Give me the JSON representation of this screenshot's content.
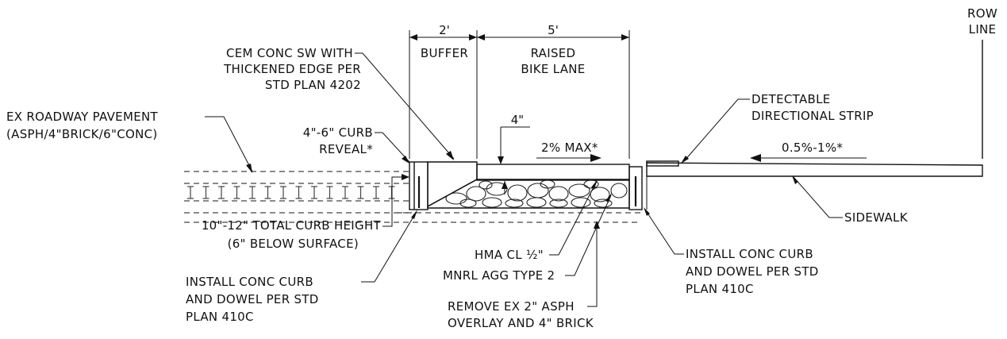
{
  "dimensions": {
    "buffer_width": "2'",
    "bike_lane_width": "5'",
    "hma_depth": "4\""
  },
  "zones": {
    "buffer": "BUFFER",
    "bike_lane_line1": "RAISED",
    "bike_lane_line2": "BIKE LANE",
    "row_line1": "ROW",
    "row_line2": "LINE"
  },
  "slopes": {
    "bike_lane": "2% MAX*",
    "sidewalk": "0.5%-1%*"
  },
  "callouts": {
    "cem_conc_sw": [
      "CEM CONC SW WITH",
      "THICKENED EDGE PER",
      "STD PLAN 4202"
    ],
    "ex_roadway": [
      "EX ROADWAY PAVEMENT",
      "(ASPH/4\"BRICK/6\"CONC)"
    ],
    "curb_reveal": [
      "4\"-6\" CURB",
      "REVEAL*"
    ],
    "total_curb": [
      "10\"-12\" TOTAL CURB HEIGHT",
      "(6\" BELOW SURFACE)"
    ],
    "install_curb_left": [
      "INSTALL CONC CURB",
      "AND DOWEL PER STD",
      "PLAN 410C"
    ],
    "hma": "HMA CL ½\"",
    "mnrl_agg": "MNRL AGG TYPE 2",
    "remove_ex": [
      "REMOVE EX 2\" ASPH",
      "OVERLAY AND 4\" BRICK"
    ],
    "detectable": [
      "DETECTABLE",
      "DIRECTIONAL STRIP"
    ],
    "sidewalk": "SIDEWALK",
    "install_curb_right": [
      "INSTALL CONC CURB",
      "AND DOWEL PER STD",
      "PLAN 410C"
    ]
  },
  "colors": {
    "ink": "#111111",
    "background": "#ffffff"
  }
}
